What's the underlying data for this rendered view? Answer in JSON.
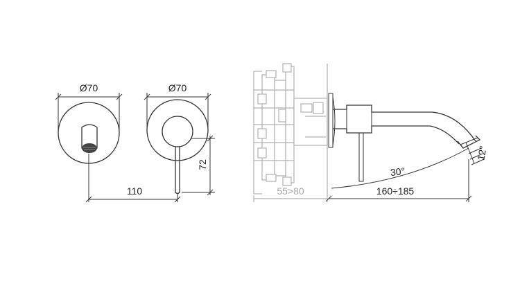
{
  "dimensions": {
    "spout_plate_diameter": "Ø70",
    "mixer_plate_diameter": "Ø70",
    "centers_distance": "110",
    "handle_height": "72",
    "wall_depth": "55>80",
    "spout_projection": "160÷185",
    "swivel_angle": "30°",
    "outlet_angle": "12°"
  },
  "colors": {
    "line": "#333333",
    "hidden_wall_box": "#b0b0b0",
    "aerator": "#444444"
  }
}
